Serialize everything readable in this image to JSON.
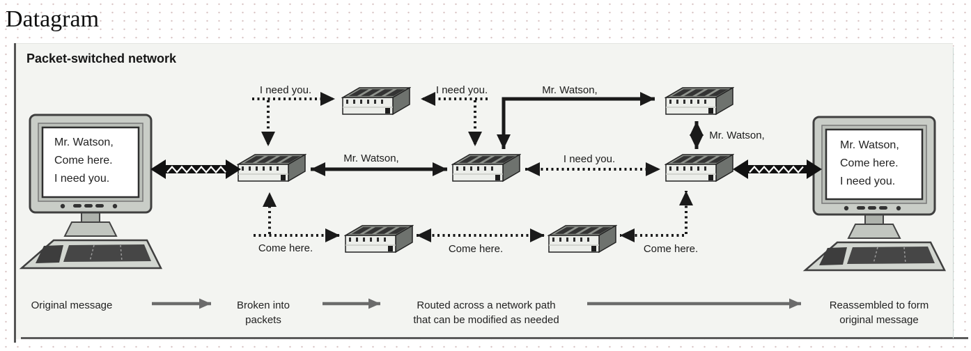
{
  "page": {
    "title": "Datagram"
  },
  "panel": {
    "heading": "Packet-switched network"
  },
  "computers": {
    "screen_lines": [
      "Mr. Watson,",
      "Come here.",
      "I need you."
    ]
  },
  "labels": {
    "top_left": "I need you.",
    "top_center": "I need you.",
    "top_right": "Mr. Watson,",
    "mid_left": "Mr. Watson,",
    "mid_right": "I need you.",
    "right_link": "Mr. Watson,",
    "bottom_left": "Come here.",
    "bottom_center": "Come here.",
    "bottom_right": "Come here."
  },
  "flow": {
    "step1": "Original message",
    "step2_line1": "Broken into",
    "step2_line2": "packets",
    "step3_line1": "Routed across a network path",
    "step3_line2": "that can be modified as needed",
    "step4_line1": "Reassembled to form",
    "step4_line2": "original message"
  },
  "colors": {
    "packet_arrow": "#1a1a1a",
    "flow_arrow": "#6b6b6b",
    "panel_bg": "#f3f4f1"
  }
}
